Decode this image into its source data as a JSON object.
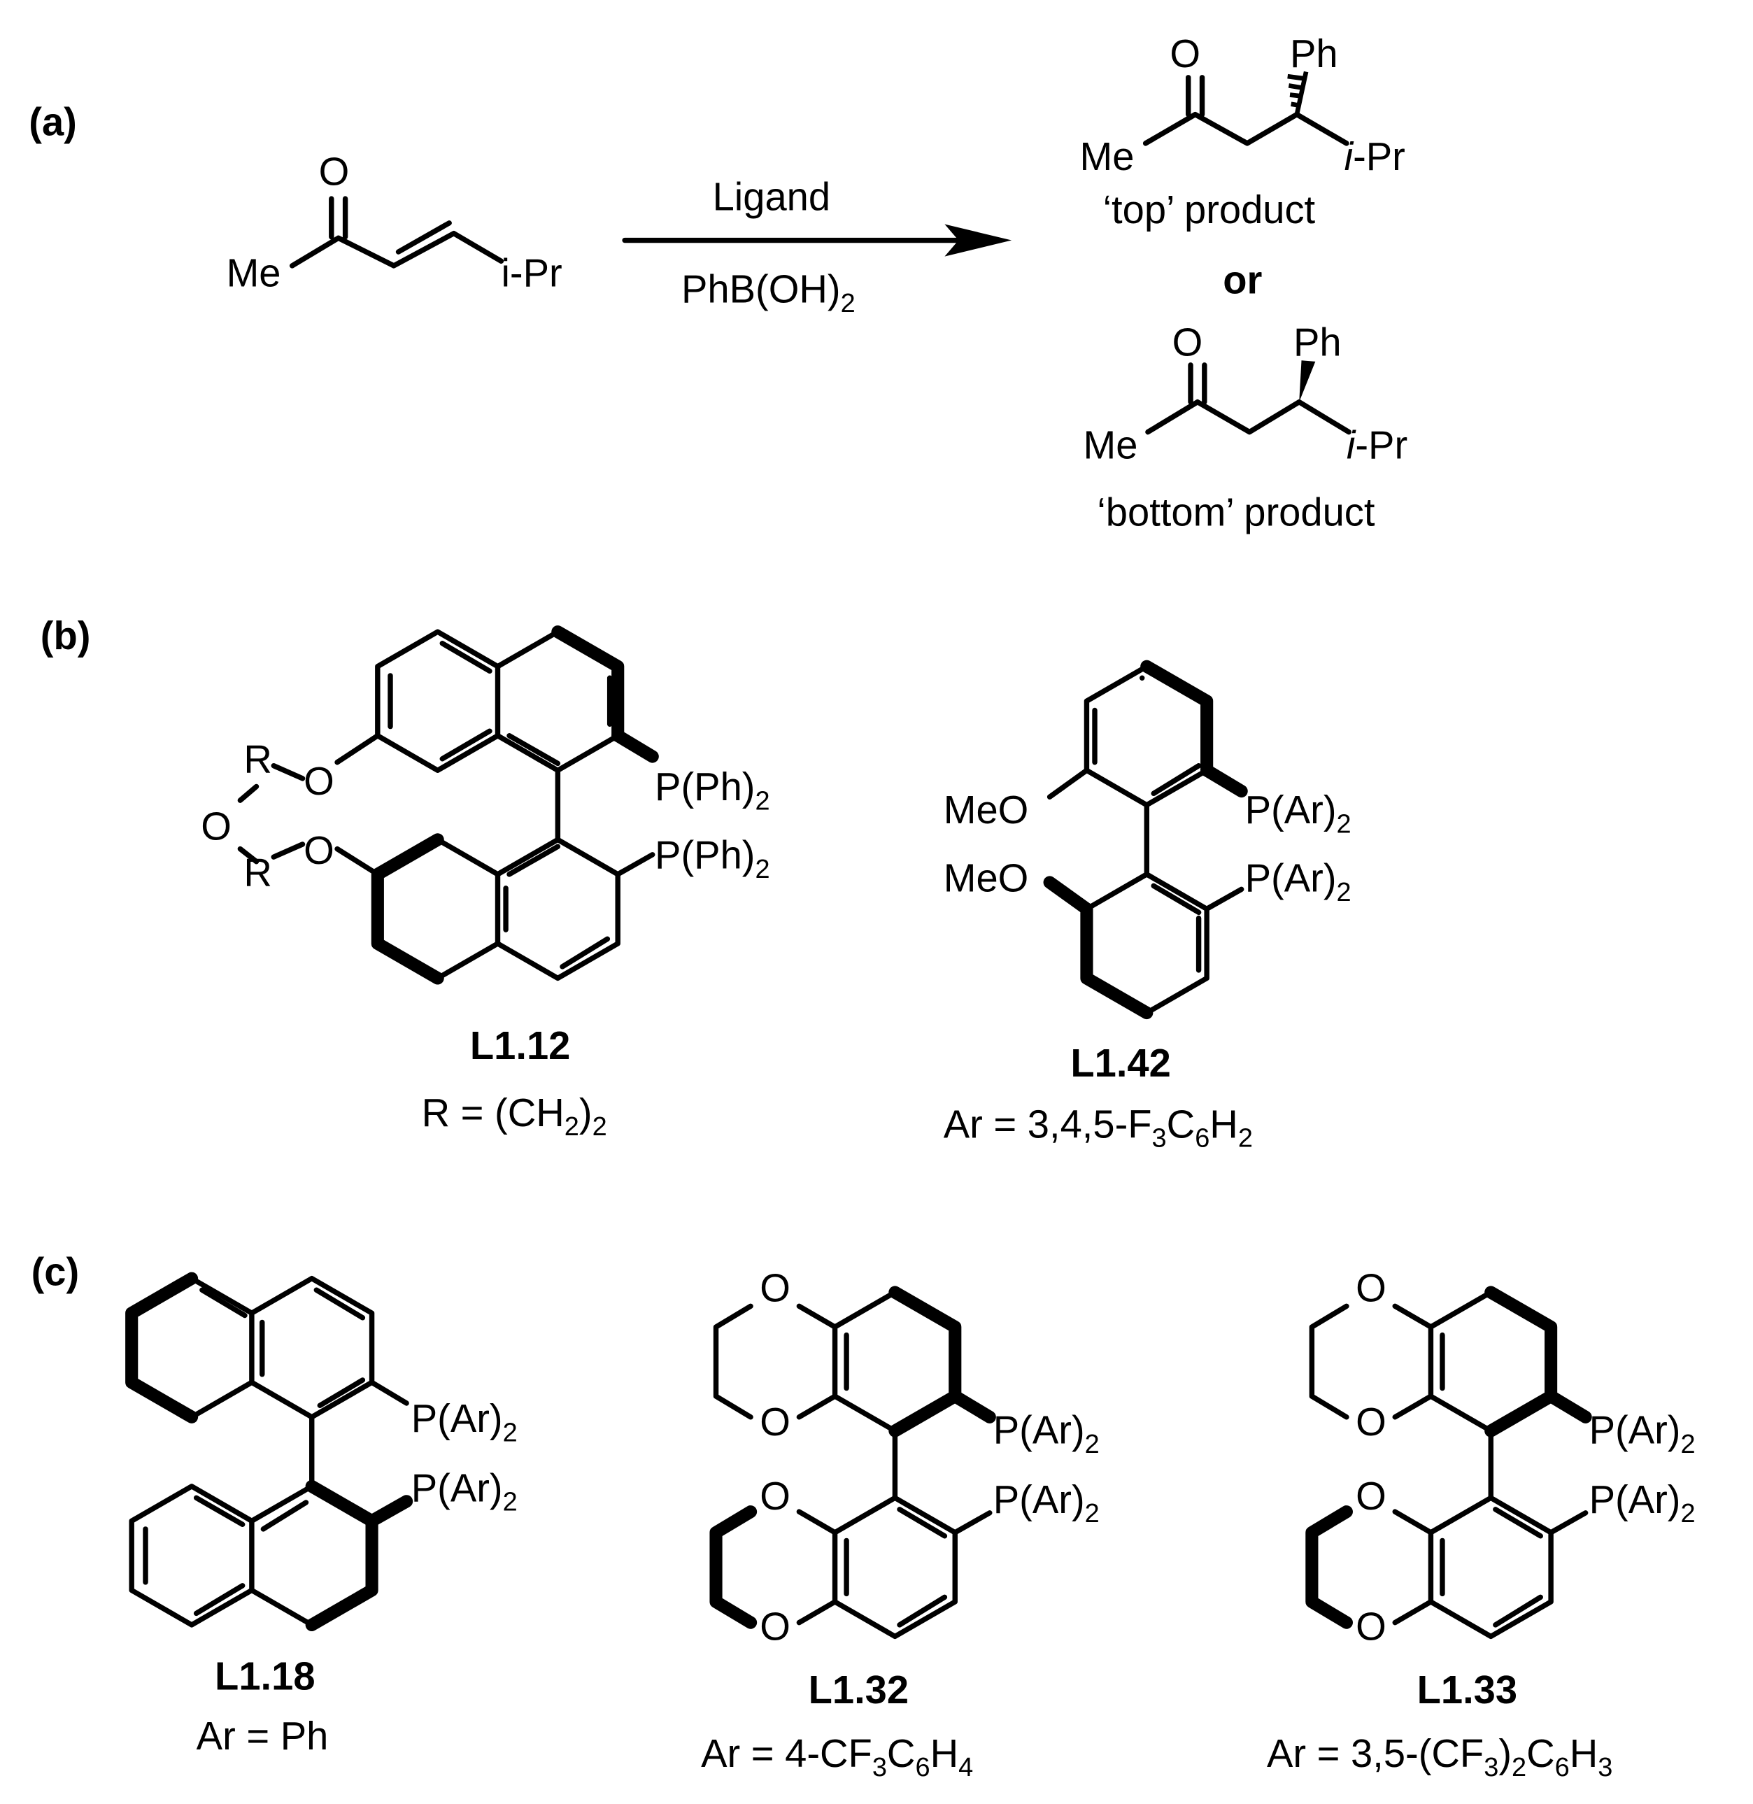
{
  "panels": {
    "a": "(a)",
    "b": "(b)",
    "c": "(c)"
  },
  "reaction": {
    "reagent_top": "Ligand",
    "reagent_bottom": "PhB(OH)",
    "reagent_bottom_sub": "2",
    "substrate": {
      "O": "O",
      "Me": "Me",
      "iPr": "i-Pr"
    },
    "top_product": {
      "O": "O",
      "Me": "Me",
      "Ph": "Ph",
      "iPr_i": "i",
      "iPr_rest": "-Pr",
      "caption": "‘top’ product"
    },
    "or": "or",
    "bottom_product": {
      "O": "O",
      "Me": "Me",
      "Ph": "Ph",
      "iPr_i": "i",
      "iPr_rest": "-Pr",
      "caption": "‘bottom’ product"
    }
  },
  "ligands": {
    "L112": {
      "name": "L1.12",
      "desc_pre": "R = (CH",
      "desc_sub1": "2",
      "desc_mid": ")",
      "desc_sub2": "2",
      "P1": "P(Ph)",
      "P2": "P(Ph)",
      "Psub": "2",
      "R": "R",
      "O": "O"
    },
    "L142": {
      "name": "L1.42",
      "desc_pre": "Ar = 3,4,5-F",
      "desc_sub1": "3",
      "desc_mid1": "C",
      "desc_sub2": "6",
      "desc_mid2": "H",
      "desc_sub3": "2",
      "P": "P(Ar)",
      "Psub": "2",
      "MeO": "MeO"
    },
    "L118": {
      "name": "L1.18",
      "desc": "Ar = Ph",
      "P": "P(Ar)",
      "Psub": "2"
    },
    "L132": {
      "name": "L1.32",
      "desc_pre": "Ar = 4-CF",
      "desc_sub1": "3",
      "desc_mid": "C",
      "desc_sub2": "6",
      "desc_mid2": "H",
      "desc_sub3": "4",
      "P": "P(Ar)",
      "Psub": "2",
      "O": "O"
    },
    "L133": {
      "name": "L1.33",
      "desc_pre": "Ar = 3,5-(CF",
      "desc_sub1": "3",
      "desc_mid": ")",
      "desc_sub2": "2",
      "desc_mid2": "C",
      "desc_sub3": "6",
      "desc_mid3": "H",
      "desc_sub4": "3",
      "P": "P(Ar)",
      "Psub": "2",
      "O": "O"
    }
  }
}
